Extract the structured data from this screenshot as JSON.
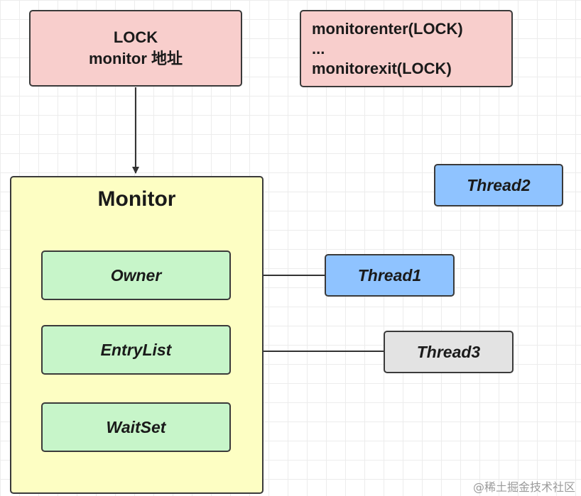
{
  "lock_box": {
    "line1": "LOCK",
    "line2": "monitor 地址"
  },
  "code_box": {
    "line1": "monitorenter(LOCK)",
    "line2": "...",
    "line3": "monitorexit(LOCK)"
  },
  "monitor": {
    "title": "Monitor",
    "slots": [
      "Owner",
      "EntryList",
      "WaitSet"
    ]
  },
  "threads": {
    "thread1": "Thread1",
    "thread2": "Thread2",
    "thread3": "Thread3"
  },
  "colors": {
    "lock_fill": "#f8cecc",
    "monitor_fill": "#fdfec3",
    "slot_fill": "#c7f5c9",
    "thread_active_fill": "#8fc3ff",
    "thread_waiting_fill": "#e3e3e3"
  },
  "watermark": "@稀土掘金技术社区"
}
